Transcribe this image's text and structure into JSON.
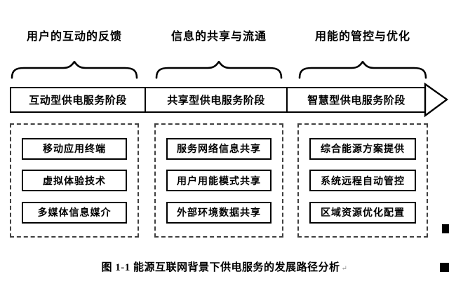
{
  "columns": [
    {
      "header": "用户的互动的反馈",
      "stage": "互动型供电服务阶段",
      "items": [
        "移动应用终端",
        "虚拟体验技术",
        "多媒体信息媒介"
      ]
    },
    {
      "header": "信息的共享与流通",
      "stage": "共享型供电服务阶段",
      "items": [
        "服务网络信息共享",
        "用户用能模式共享",
        "外部环境数据共享"
      ]
    },
    {
      "header": "用能的管控与优化",
      "stage": "智慧型供电服务阶段",
      "items": [
        "综合能源方案提供",
        "系统远程自动管控",
        "区域资源优化配置"
      ]
    }
  ],
  "caption": "图 1-1 能源互联网背景下供电服务的发展路径分析",
  "caption_mark": "↵",
  "colors": {
    "ink": "#000000",
    "dash": "#404040",
    "background": "#ffffff"
  }
}
